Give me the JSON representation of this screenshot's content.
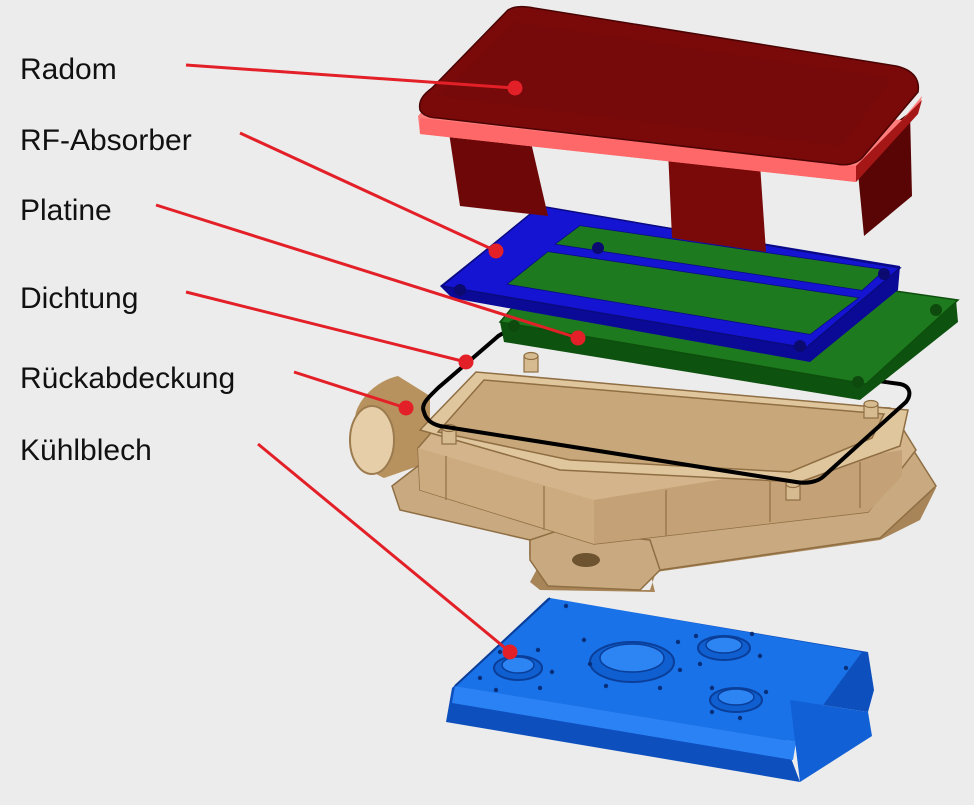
{
  "labels": [
    {
      "id": "radom",
      "text": "Radom"
    },
    {
      "id": "rf-absorber",
      "text": "RF-Absorber"
    },
    {
      "id": "platine",
      "text": "Platine"
    },
    {
      "id": "dichtung",
      "text": "Dichtung"
    },
    {
      "id": "rueckabdeckung",
      "text": "Rückabdeckung"
    },
    {
      "id": "kuehlblech",
      "text": "Kühlblech"
    }
  ],
  "colors": {
    "background": "#ececec",
    "leader": "#e32028",
    "radom": "#7a0a0a",
    "radom_side": "#ff7d7d",
    "absorber": "#1414d2",
    "platine": "#1e7a1e",
    "dichtung": "#000000",
    "rueckabdeckung": "#c9aa80",
    "kuehlblech": "#1a72e8"
  }
}
